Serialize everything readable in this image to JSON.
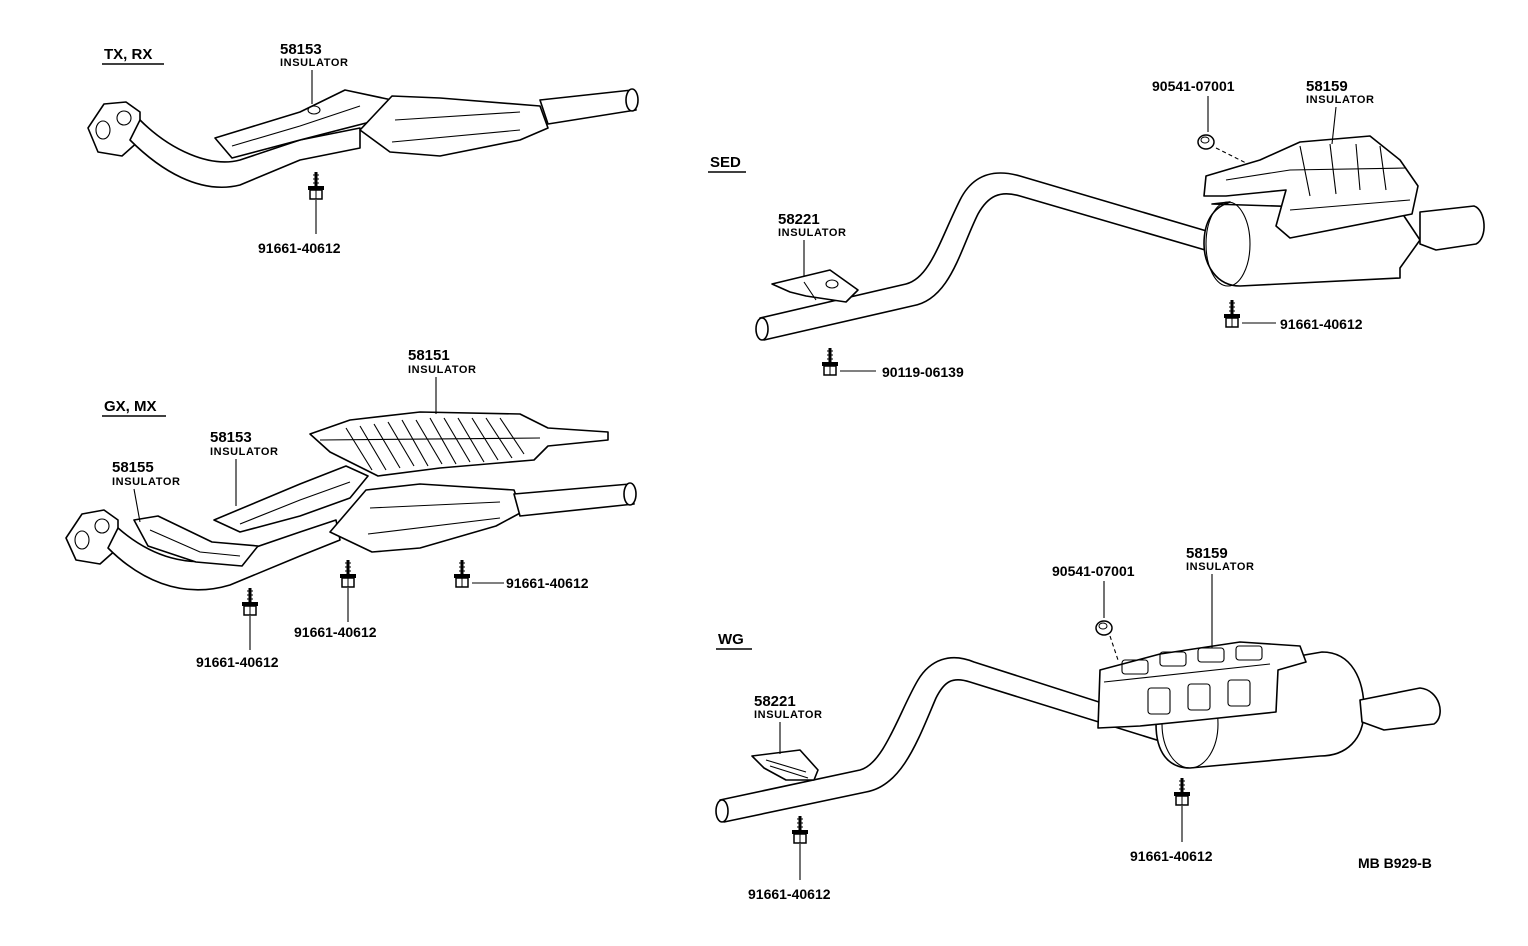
{
  "groups": {
    "tx_rx": "TX, RX",
    "gx_mx": "GX, MX",
    "sed": "SED",
    "wg": "WG"
  },
  "parts": {
    "tx_rx_insulator_58153": {
      "number": "58153",
      "name": "INSULATOR"
    },
    "tx_rx_bolt": {
      "number": "91661-40612"
    },
    "gx_mx_insulator_58151": {
      "number": "58151",
      "name": "INSULATOR"
    },
    "gx_mx_insulator_58153": {
      "number": "58153",
      "name": "INSULATOR"
    },
    "gx_mx_insulator_58155": {
      "number": "58155",
      "name": "INSULATOR"
    },
    "gx_mx_bolt_a": {
      "number": "91661-40612"
    },
    "gx_mx_bolt_b": {
      "number": "91661-40612"
    },
    "gx_mx_bolt_c": {
      "number": "91661-40612"
    },
    "sed_nut": {
      "number": "90541-07001"
    },
    "sed_insulator_58159": {
      "number": "58159",
      "name": "INSULATOR"
    },
    "sed_insulator_58221": {
      "number": "58221",
      "name": "INSULATOR"
    },
    "sed_bolt_rear": {
      "number": "91661-40612"
    },
    "sed_bolt_front": {
      "number": "90119-06139"
    },
    "wg_nut": {
      "number": "90541-07001"
    },
    "wg_insulator_58159": {
      "number": "58159",
      "name": "INSULATOR"
    },
    "wg_insulator_58221": {
      "number": "58221",
      "name": "INSULATOR"
    },
    "wg_bolt_rear": {
      "number": "91661-40612"
    },
    "wg_bolt_front": {
      "number": "91661-40612"
    }
  },
  "figure_ref": "MB B929-B"
}
